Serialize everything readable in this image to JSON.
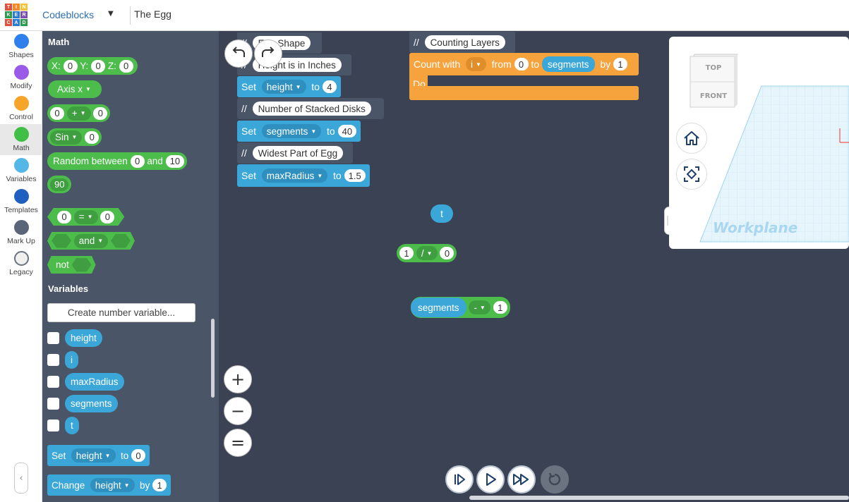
{
  "header": {
    "logo_letters": [
      "T",
      "I",
      "N",
      "K",
      "E",
      "R",
      "C",
      "A",
      "D"
    ],
    "logo_colors": [
      "#e34f3b",
      "#f18a2c",
      "#f6c233",
      "#2a9d4b",
      "#2c7cd1",
      "#7d4cb5",
      "#e34f3b",
      "#2c7cd1",
      "#2a9d4b"
    ],
    "mode": "Codeblocks",
    "title": "The Egg"
  },
  "rail": {
    "items": [
      {
        "label": "Shapes",
        "color": "#2f80ed",
        "icon": "shapes-dot-icon"
      },
      {
        "label": "Modify",
        "color": "#9b59e8",
        "icon": "modify-dot-icon"
      },
      {
        "label": "Control",
        "color": "#f7a52a",
        "icon": "control-dot-icon"
      },
      {
        "label": "Math",
        "color": "#3fbf45",
        "icon": "math-dot-icon"
      },
      {
        "label": "Variables",
        "color": "#55b7e6",
        "icon": "variables-dot-icon"
      },
      {
        "label": "Templates",
        "color": "#1e5fc0",
        "icon": "templates-dot-icon"
      },
      {
        "label": "Mark Up",
        "color": "#5a6578",
        "icon": "markup-dot-icon"
      },
      {
        "label": "Legacy",
        "color": "#f0f0f0",
        "icon": "legacy-dot-icon"
      }
    ],
    "active": "Math",
    "collapse_icon": "‹"
  },
  "palette": {
    "math_title": "Math",
    "xyz": {
      "x_label": "X:",
      "x": "0",
      "y_label": "Y:",
      "y": "0",
      "z_label": "Z:",
      "z": "0"
    },
    "axis": "Axis x",
    "arith": {
      "a": "0",
      "op": "+",
      "b": "0"
    },
    "fn": {
      "name": "Sin",
      "arg": "0"
    },
    "random": {
      "label": "Random between",
      "a": "0",
      "and": "and",
      "b": "10"
    },
    "number": "90",
    "compare": {
      "a": "0",
      "op": "=",
      "b": "0"
    },
    "logic_and": "and",
    "logic_not": "not",
    "variables_title": "Variables",
    "create_variable": "Create number variable...",
    "variables": [
      "height",
      "i",
      "maxRadius",
      "segments",
      "t"
    ],
    "set_block": {
      "label": "Set",
      "var": "height",
      "to": "to",
      "value": "0"
    },
    "change_block": {
      "label": "Change",
      "var": "height",
      "by": "by",
      "value": "1"
    }
  },
  "workspace": {
    "comment1": "Egg Shape",
    "comment2": "Height is in Inches",
    "set1": {
      "label": "Set",
      "var": "height",
      "to": "to",
      "value": "4"
    },
    "comment3": "Number of Stacked Disks",
    "set2": {
      "label": "Set",
      "var": "segments",
      "to": "to",
      "value": "40"
    },
    "comment4": "Widest Part of Egg",
    "set3": {
      "label": "Set",
      "var": "maxRadius",
      "to": "to",
      "value": "1.5"
    },
    "comment5": "Counting Layers",
    "count": {
      "label": "Count with",
      "var": "i",
      "from": "from",
      "from_value": "0",
      "to": "to",
      "to_var": "segments",
      "by": "by",
      "by_value": "1",
      "do": "Do"
    },
    "loose_var": "t",
    "divide": {
      "a": "1",
      "op": "/",
      "b": "0"
    },
    "minus": {
      "var": "segments",
      "op": "-",
      "b": "1"
    },
    "comment_marker": "//"
  },
  "viewer": {
    "cube_top": "TOP",
    "cube_front": "FRONT",
    "workplane": "Workplane"
  }
}
